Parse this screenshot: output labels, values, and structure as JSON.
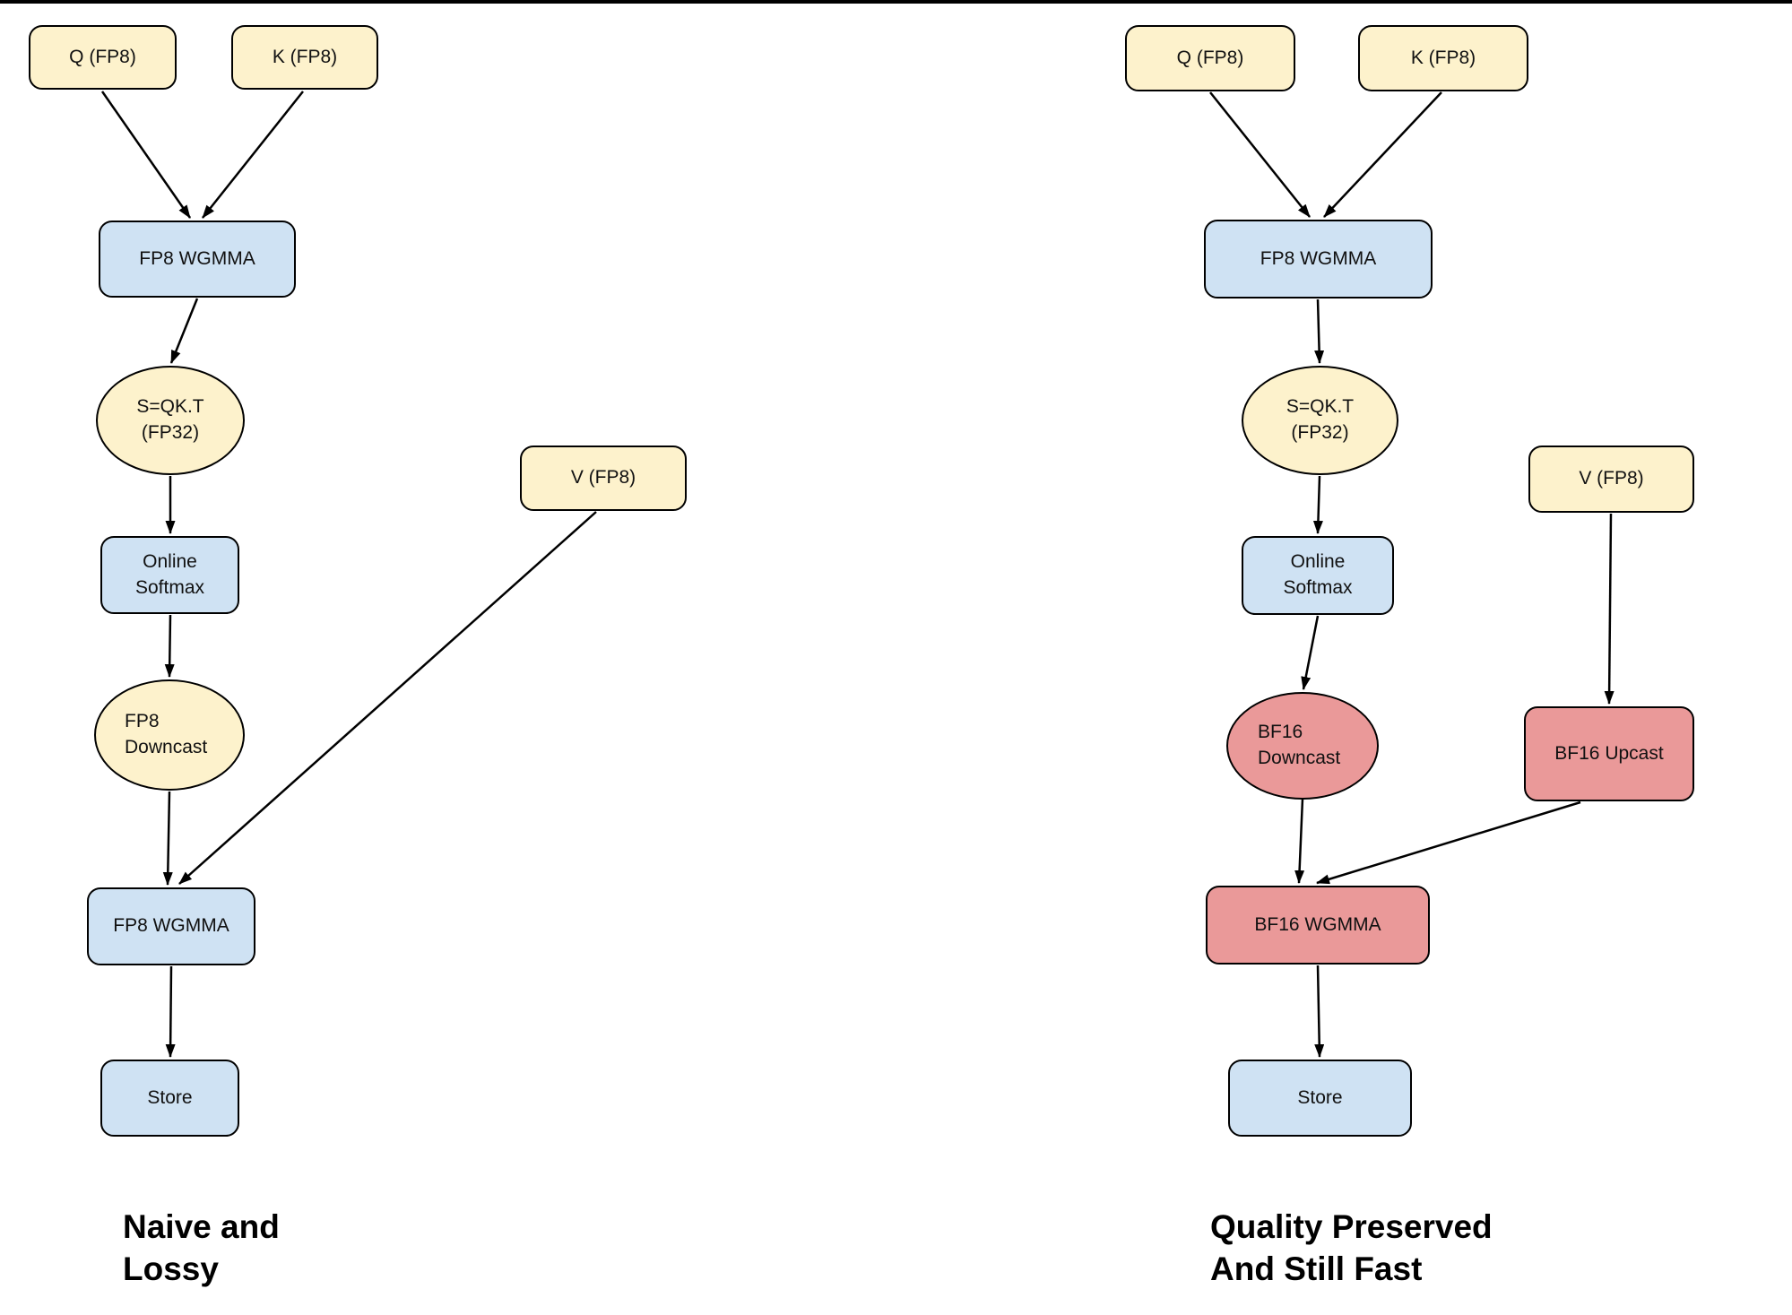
{
  "palette": {
    "yellow": "#FDF2CC",
    "blue": "#CFE2F3",
    "red": "#EA9999",
    "stroke": "#000000",
    "arrow": "#000000",
    "text": "#111111",
    "bg": "#ffffff"
  },
  "left": {
    "q": "Q (FP8)",
    "k": "K (FP8)",
    "wgmma_qk": "FP8 WGMMA",
    "s_line1": "S=QK.T",
    "s_line2": "(FP32)",
    "softmax_line1": "Online",
    "softmax_line2": "Softmax",
    "downcast_line1": "FP8",
    "downcast_line2": "Downcast",
    "v": "V (FP8)",
    "wgmma_pv": "FP8 WGMMA",
    "store": "Store",
    "caption_line1": "Naive and",
    "caption_line2": "Lossy"
  },
  "right": {
    "q": "Q (FP8)",
    "k": "K (FP8)",
    "wgmma_qk": "FP8 WGMMA",
    "s_line1": "S=QK.T",
    "s_line2": "(FP32)",
    "softmax_line1": "Online",
    "softmax_line2": "Softmax",
    "downcast_line1": "BF16",
    "downcast_line2": "Downcast",
    "v": "V (FP8)",
    "upcast": "BF16 Upcast",
    "wgmma_pv": "BF16 WGMMA",
    "store": "Store",
    "caption_line1": "Quality Preserved",
    "caption_line2": "And Still Fast"
  }
}
